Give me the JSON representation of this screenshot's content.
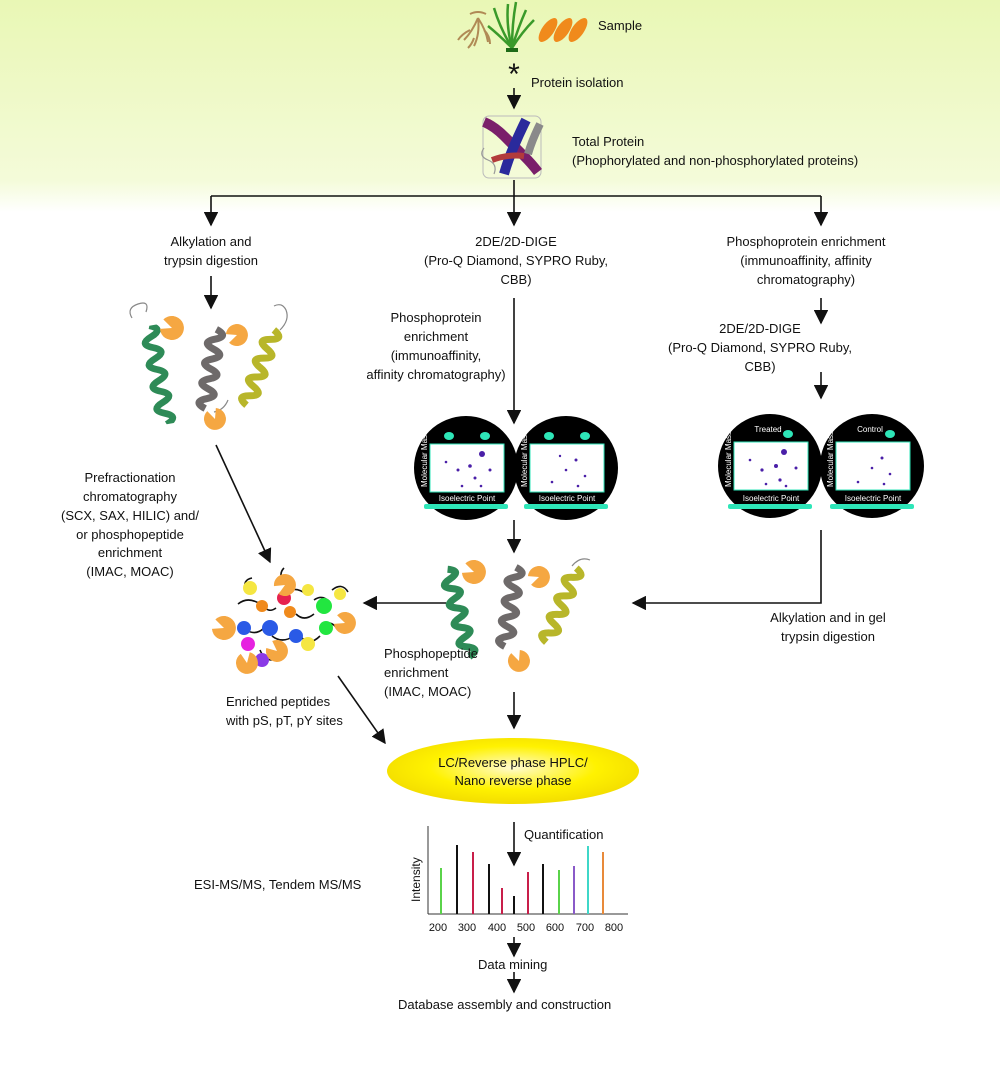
{
  "top": {
    "sample": "Sample",
    "protein_isolation": "Protein isolation",
    "total_protein_1": "Total Protein",
    "total_protein_2": "(Phophorylated and non-phosphorylated proteins)"
  },
  "left": {
    "alkylation_1": "Alkylation and",
    "alkylation_2": "trypsin digestion",
    "prefraction_1": "Prefractionation",
    "prefraction_2": "chromatography",
    "prefraction_3": "(SCX, SAX, HILIC) and/",
    "prefraction_4": "or phosphopeptide",
    "prefraction_5": "enrichment",
    "prefraction_6": "(IMAC, MOAC)",
    "enriched_1": "Enriched peptides",
    "enriched_2": "with pS, pT, pY sites"
  },
  "middle": {
    "dige_1": "2DE/2D-DIGE",
    "dige_2": "(Pro-Q Diamond, SYPRO  Ruby,",
    "dige_3": "CBB)",
    "phosenrich_1": "Phosphoprotein",
    "phosenrich_2": "enrichment",
    "phosenrich_3": "(immunoaffinity,",
    "phosenrich_4": "affinity chromatography)",
    "peptide_1": "Phosphopeptide",
    "peptide_2": "enrichment",
    "peptide_3": "(IMAC, MOAC)"
  },
  "right": {
    "phos_1": "Phosphoprotein enrichment",
    "phos_2": "(immunoaffinity, affinity",
    "phos_3": "chromatography)",
    "dige_1": "2DE/2D-DIGE",
    "dige_2": "(Pro-Q Diamond, SYPRO Ruby,",
    "dige_3": "CBB)",
    "alk_1": "Alkylation and in gel",
    "alk_2": "trypsin digestion"
  },
  "gels": {
    "molecular_mass": "Molecular Mass",
    "isoelectric_point": "Isoelectric Point",
    "treated": "Treated",
    "control": "Control"
  },
  "hplc": {
    "line1": "LC/Reverse phase HPLC/",
    "line2": "Nano reverse phase"
  },
  "bottom": {
    "quantification": "Quantification",
    "esi": "ESI-MS/MS, Tendem MS/MS",
    "data_mining": "Data mining",
    "database": "Database assembly and construction"
  },
  "spectrum": {
    "ylabel": "Intensity",
    "ticks": [
      "200",
      "300",
      "400",
      "500",
      "600",
      "700",
      "800"
    ]
  },
  "colors": {
    "band_top": "#e9f7b5",
    "band_bottom": "#ffffff",
    "hplc_fill": "#fff200",
    "helix_green": "#2e8b57",
    "helix_grey": "#6e6a6a",
    "helix_olive": "#b8b62a",
    "pacman": "#f5a742",
    "gel_spot": "#4a1fa8",
    "gel_accent": "#2ee6b8"
  }
}
